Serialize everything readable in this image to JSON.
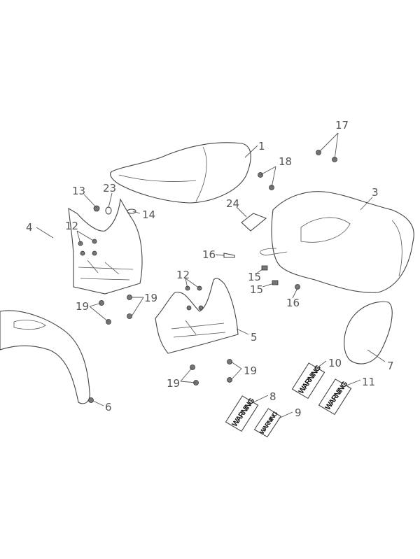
{
  "diagram": {
    "callouts": [
      "1",
      "17",
      "18",
      "3",
      "13",
      "23",
      "24",
      "14",
      "4",
      "12",
      "16",
      "15",
      "15",
      "16",
      "12",
      "19",
      "19",
      "5",
      "19",
      "19",
      "10",
      "7",
      "11",
      "8",
      "9",
      "6"
    ],
    "decal_text": "WARNING"
  }
}
